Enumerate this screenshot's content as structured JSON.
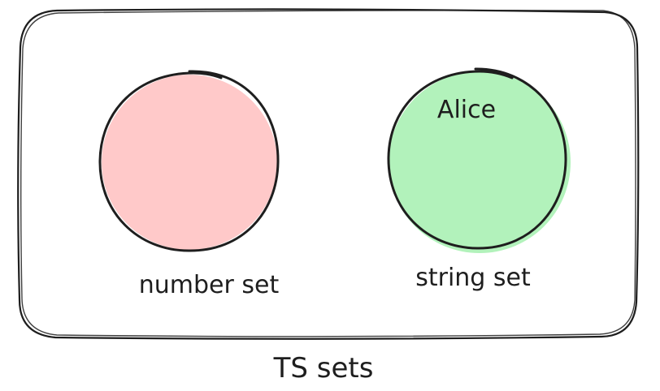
{
  "diagram": {
    "title": "TS sets",
    "sets": [
      {
        "id": "number",
        "label": "number set",
        "fill": "#ffc9c9",
        "members": []
      },
      {
        "id": "string",
        "label": "string set",
        "fill": "#b2f2bb",
        "members": [
          "Alice"
        ]
      }
    ],
    "stroke_color": "#1e1e1e"
  }
}
